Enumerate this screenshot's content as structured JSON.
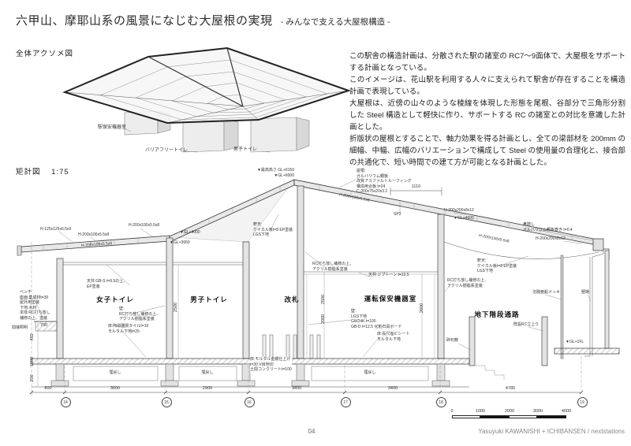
{
  "page": {
    "title": "六甲山、摩耶山系の風景になじむ大屋根の実現",
    "subtitle": "- みんなで支える大屋根構造 -",
    "page_number": "04",
    "credit": "Yasuyuki KAWANISHI + ICHIBANSEN / nextstations"
  },
  "description": {
    "p1": "この駅舎の構造計画は、分散された駅の諸室の RC7〜9面体で、大屋根をサポートする計画となっている。",
    "p2": "このイメージは、花山駅を利用する人々に支えられて駅舎が存在することを構造計画で表現している。",
    "p3": "大屋根は、近傍の山々のような稜線を体現した形態を尾根、谷部分で三角形分割した Steel 構造として軽快に作り、サポートする RC の諸室との対比を意識した計画とした。",
    "p4": "折版状の屋根とすることで、軸力効果を得る計画とし、全ての梁部材を 200mm の細幅、中幅、広幅のバリエーションで構成して Steel の使用量の合理化と、接合部の共通化で、短い時間での建て方が可能となる計画とした。"
  },
  "axon": {
    "caption": "全体アクソメ図",
    "labels": {
      "equip": "駅保安機器室",
      "barrier_free": "バリアフリートイレ",
      "mens": "男子トイレ"
    }
  },
  "section": {
    "caption": "矩計図",
    "scale": "1:75",
    "levels": {
      "peak": "▼最高高さ GL+6150",
      "gl6000": "▼GL+6000",
      "gl4600": "▼GL+4600",
      "gl4000": "▼GL+4000",
      "gl3650": "▼GL+3650",
      "gl1fl": "▼GL+1FL"
    },
    "members": {
      "h125": "H-125x125x6.5x9",
      "h200a": "H-200x100x5.5x8",
      "h200b": "H-200x200x8x12",
      "sp3": "SP3"
    },
    "notes": {
      "roof": "屋根:\nガルバリウム鋼板\n改質アスファルトルーフィング\n構造用合板 t=24\nC-200x75x20x3.2",
      "eave_soffit": "軒天:\nケイカル板t=8 EP塗装\nLGS下地",
      "fascia": "鼻隠し\nガルバリウム鋼板巻き t=0.4",
      "ceil_gb": "天井:GB-S t=9.5の上、\nEP塗装",
      "wall_rc": "壁:\nRC打ち放し補修の上、\nアクリル樹脂系塗装",
      "rc_patch": "RC打ち放し補修の上、\nアクリル樹脂系塗装",
      "floor_tile": "床:陶磁器質タイルt=10\nモルタル下地t=25",
      "ceil_gypt": "天井:ジプトーン t=12.5",
      "wall_lgs": "壁:\nLGS下地\nGW24K t=100\nGB-D t=12.5 化粧石膏ボード",
      "floor_sheet": "床:長尺塩ビシート\nモルタル下地",
      "floor_mortar": "床:モルタル金鏝仕上げ\nt=30 V目地切\n土間コンクリートt=100",
      "bench": "ベンチ\n座面:集成材t=30\n屋外用塗装\n下地:木材\n本体:RC打ち放し\n補修の上、塗装",
      "indirect": "間接照明",
      "galv": "溶融亜鉛メッキ",
      "downspout": "竪樋",
      "rc_curb": "既設RC立上り",
      "gravel": "砕石敷",
      "backfill": "埋戻し"
    },
    "rooms": {
      "womens": "女子トイレ",
      "mens": "男子トイレ",
      "gate": "改札",
      "equip": "運転保安機器室",
      "stair": "地下階段通路"
    },
    "dims": {
      "d1110": "1110",
      "w800": "800",
      "w3600": "3600",
      "w2900": "2900",
      "w3400a": "3400",
      "w3400b": "3400",
      "w4785": "4785",
      "v2500a": "2500",
      "v2500b": "2500",
      "v2000": "2000",
      "v2600": "2600",
      "v1000": "1000",
      "v200": "200",
      "v450": "450",
      "v700": "700"
    },
    "grid": [
      "14",
      "15",
      "16",
      "17",
      "18",
      "19"
    ],
    "scalebar": [
      "0",
      "1000",
      "2000",
      "3000",
      "4000"
    ]
  }
}
